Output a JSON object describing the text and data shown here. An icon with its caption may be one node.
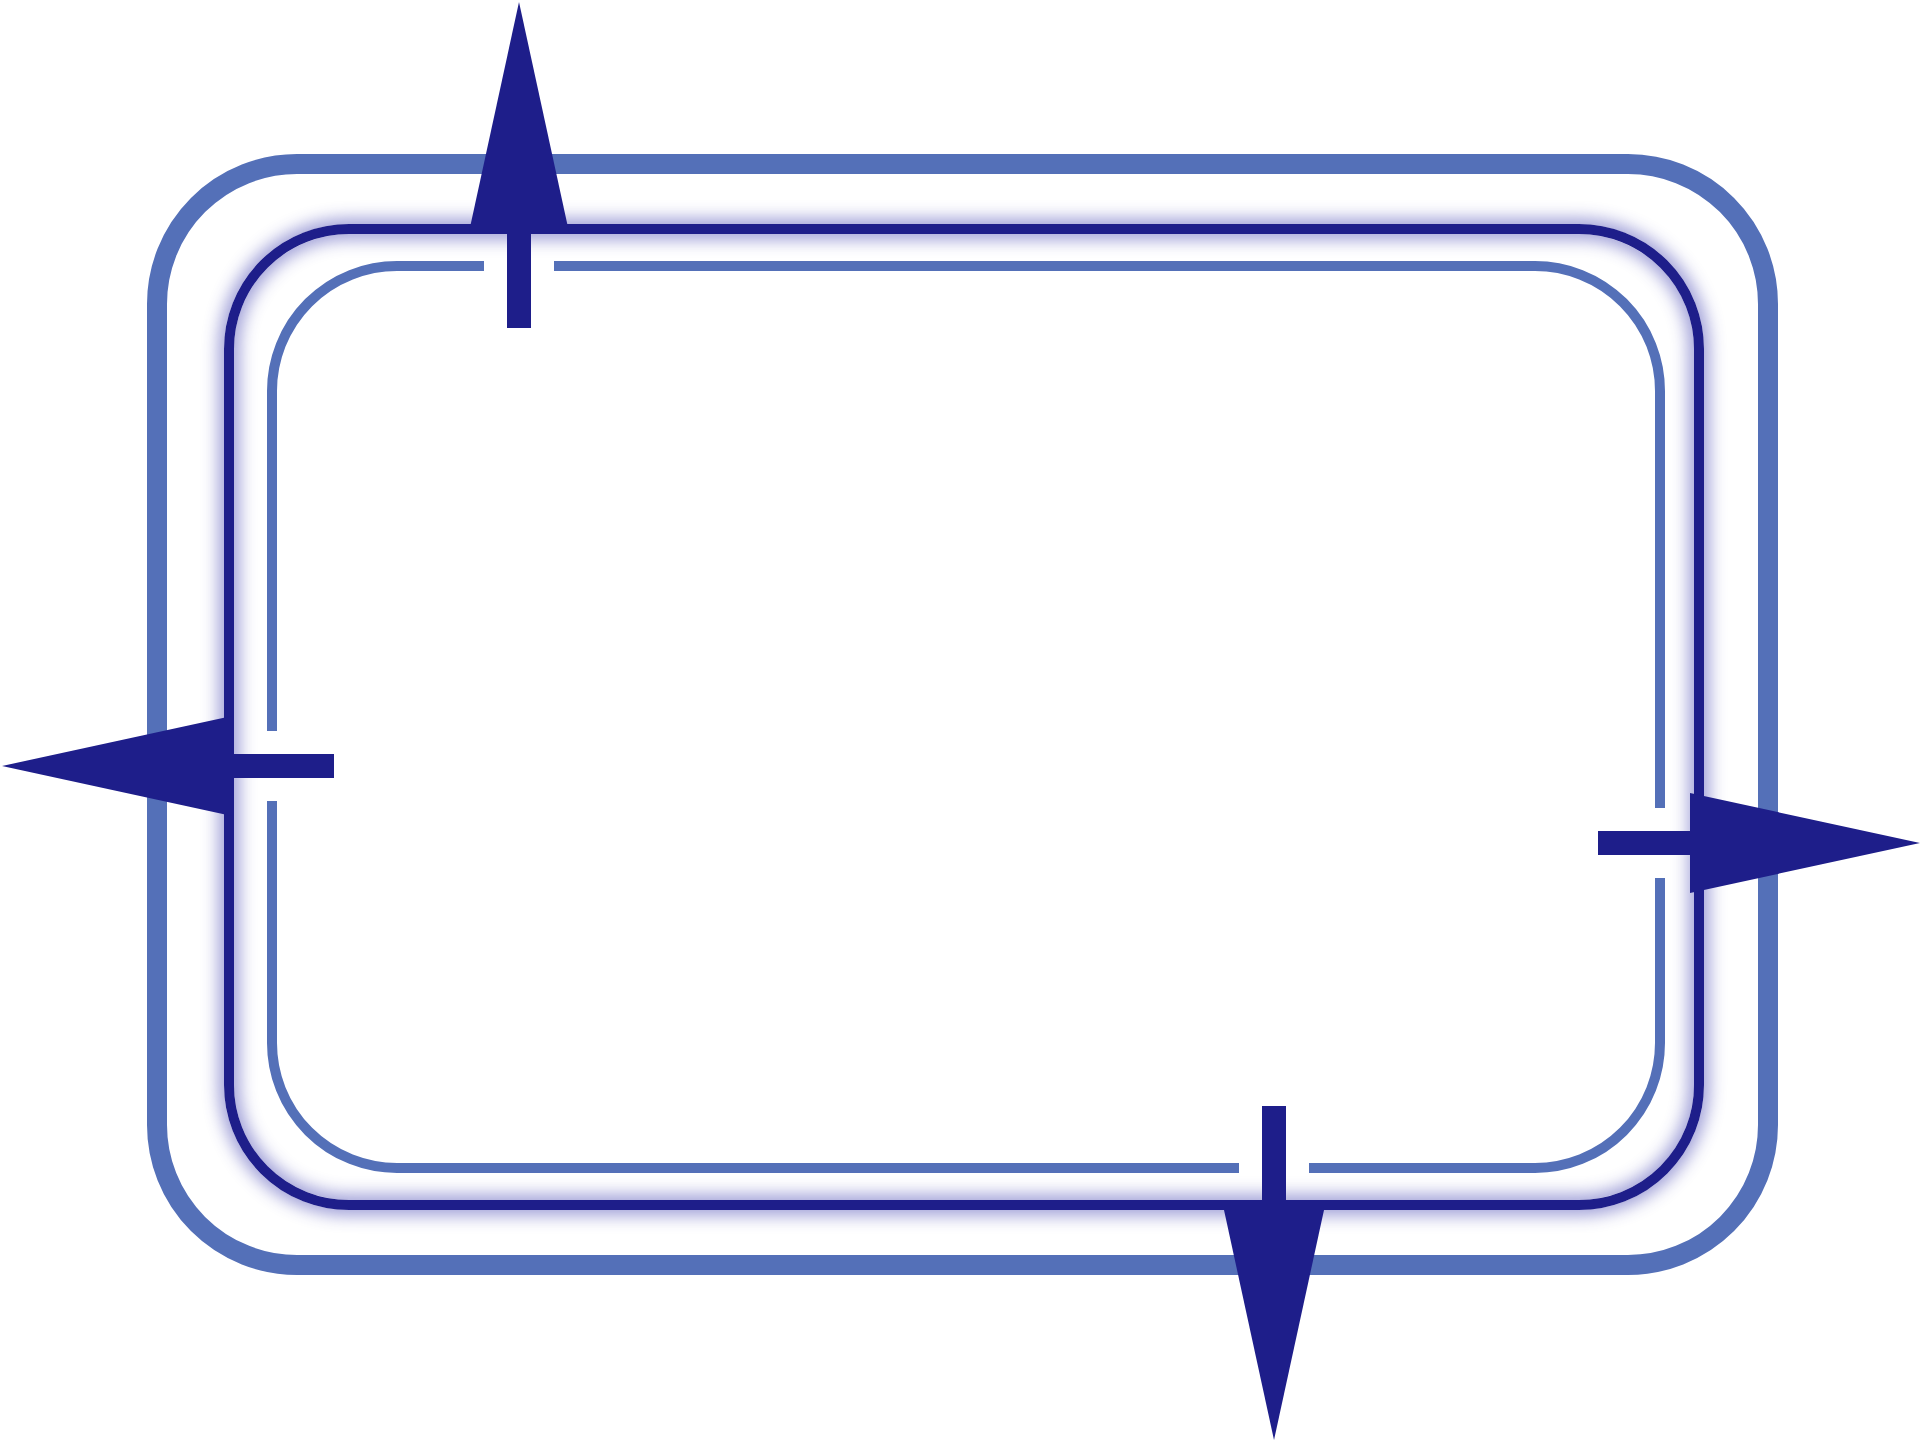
{
  "diagram": {
    "nodes": [
      {
        "text": [],
        "shape": "box"
      },
      {
        "text": [],
        "shape": "box",
        "in": 0
      },
      {
        "text": [],
        "shape": "box",
        "in": 1
      }
    ],
    "edges": [
      {
        "from": 2,
        "to": null,
        "arrow": "to"
      },
      {
        "from": 2,
        "to": null,
        "arrow": "to"
      },
      {
        "from": 2,
        "to": null,
        "arrow": "to"
      },
      {
        "from": 2,
        "to": null,
        "arrow": "to"
      }
    ]
  }
}
